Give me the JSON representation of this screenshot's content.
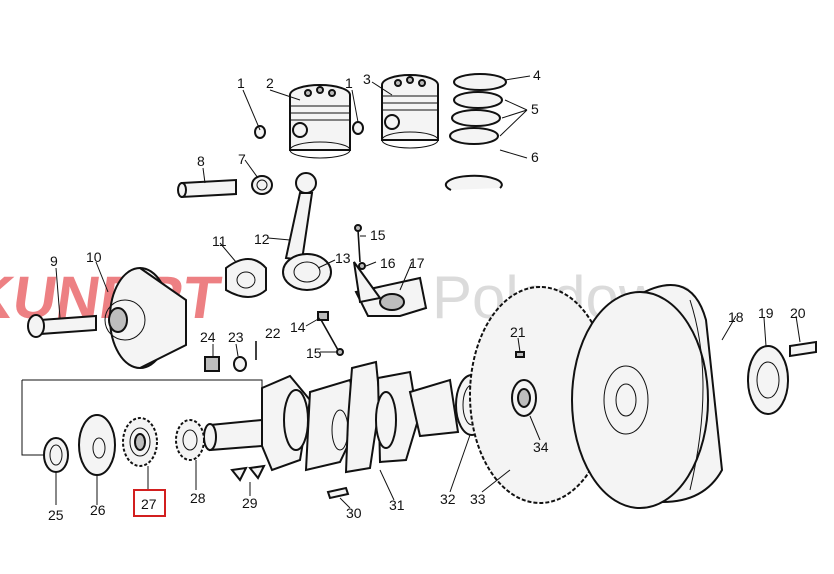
{
  "watermark": {
    "brand": "KUNERT",
    "location": "Poladowo",
    "brand_color": "#e0191f",
    "location_color": "#bfbfbf"
  },
  "highlight_color": "#d21f1f",
  "highlighted_part": "27",
  "parts": [
    "1",
    "2",
    "1",
    "3",
    "4",
    "5",
    "6",
    "7",
    "8",
    "9",
    "10",
    "11",
    "12",
    "13",
    "14",
    "15",
    "15",
    "16",
    "17",
    "18",
    "19",
    "20",
    "21",
    "22",
    "23",
    "24",
    "25",
    "26",
    "27",
    "28",
    "29",
    "30",
    "31",
    "32",
    "33",
    "34"
  ]
}
